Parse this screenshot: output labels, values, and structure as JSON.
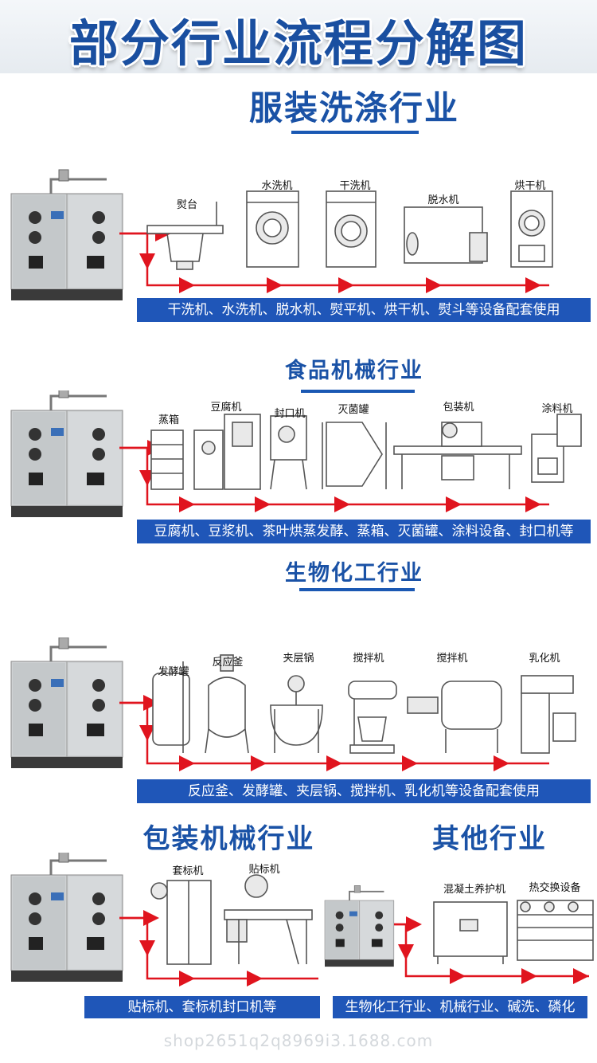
{
  "main_title": "部分行业流程分解图",
  "sections": {
    "laundry": {
      "title": "服装洗涤行业",
      "machines": [
        "熨台",
        "水洗机",
        "干洗机",
        "脱水机",
        "烘干机"
      ],
      "caption": "干洗机、水洗机、脱水机、熨平机、烘干机、熨斗等设备配套使用"
    },
    "food": {
      "title": "食品机械行业",
      "machines": [
        "蒸箱",
        "豆腐机",
        "封口机",
        "灭菌罐",
        "包装机",
        "涂料机"
      ],
      "caption": "豆腐机、豆浆机、茶叶烘蒸发酵、蒸箱、灭菌罐、涂料设备、封口机等"
    },
    "chem": {
      "title": "生物化工行业",
      "machines": [
        "发酵罐",
        "反应釜",
        "夹层锅",
        "搅拌机",
        "搅拌机",
        "乳化机"
      ],
      "caption": "反应釜、发酵罐、夹层锅、搅拌机、乳化机等设备配套使用"
    },
    "packaging": {
      "title": "包装机械行业",
      "machines": [
        "套标机",
        "贴标机"
      ],
      "caption": "贴标机、套标机封口机等"
    },
    "other": {
      "title": "其他行业",
      "machines": [
        "混凝土养护机",
        "热交换设备"
      ],
      "caption": "生物化工行业、机械行业、碱洗、磷化"
    }
  },
  "watermark": "shop2651q2q8969i3.1688.com",
  "colors": {
    "title_blue": "#1a4fa0",
    "bar_blue": "#1f56b8",
    "pipe_red": "#e0141e"
  }
}
